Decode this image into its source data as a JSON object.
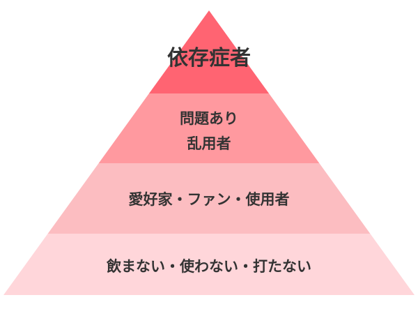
{
  "pyramid": {
    "levels": [
      {
        "lines": [
          "依存症者"
        ],
        "color": "#ff6472"
      },
      {
        "lines": [
          "問題あり",
          "乱用者"
        ],
        "color": "#ff999f"
      },
      {
        "lines": [
          "愛好家・ファン・使用者"
        ],
        "color": "#fcbdc1"
      },
      {
        "lines": [
          "飲まない・使わない・打たない"
        ],
        "color": "#ffd6da"
      }
    ]
  }
}
